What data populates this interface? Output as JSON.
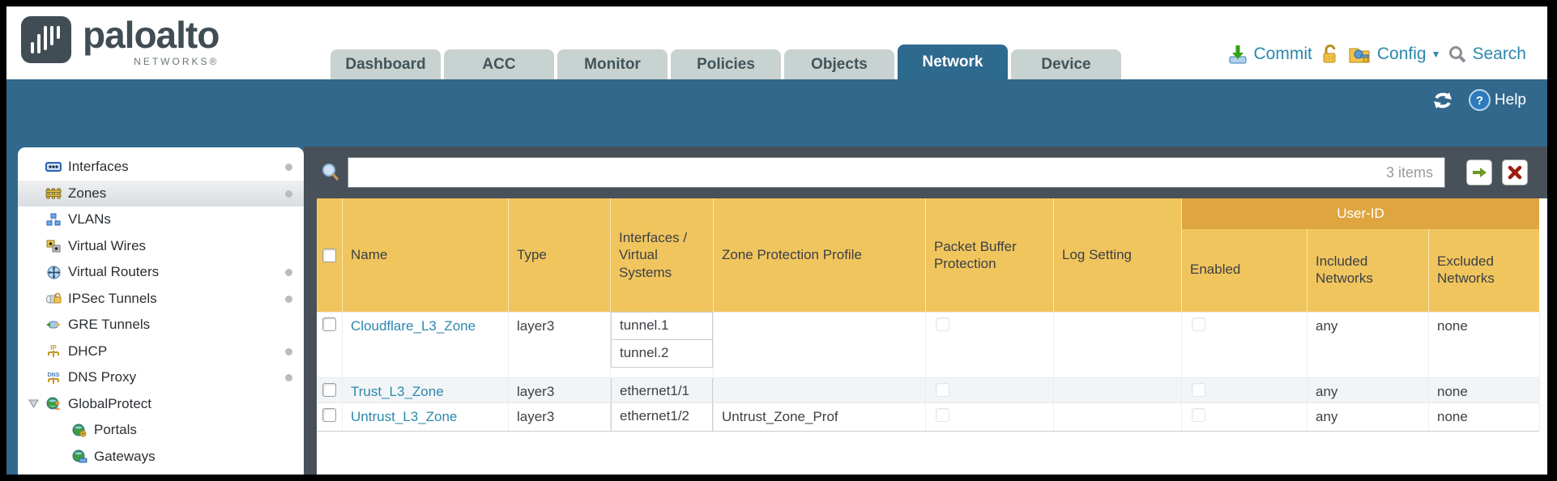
{
  "brand": {
    "name": "paloalto",
    "subtitle": "NETWORKS®"
  },
  "nav": {
    "tabs": [
      {
        "label": "Dashboard",
        "active": false
      },
      {
        "label": "ACC",
        "active": false
      },
      {
        "label": "Monitor",
        "active": false
      },
      {
        "label": "Policies",
        "active": false
      },
      {
        "label": "Objects",
        "active": false
      },
      {
        "label": "Network",
        "active": true
      },
      {
        "label": "Device",
        "active": false
      }
    ],
    "actions": {
      "commit": "Commit",
      "config": "Config",
      "search": "Search"
    }
  },
  "banner": {
    "help": "Help"
  },
  "sidebar": {
    "items": [
      {
        "label": "Interfaces",
        "icon": "interfaces-icon",
        "dot": true
      },
      {
        "label": "Zones",
        "icon": "zones-icon",
        "dot": true,
        "selected": true
      },
      {
        "label": "VLANs",
        "icon": "vlans-icon"
      },
      {
        "label": "Virtual Wires",
        "icon": "virtual-wires-icon"
      },
      {
        "label": "Virtual Routers",
        "icon": "virtual-routers-icon",
        "dot": true
      },
      {
        "label": "IPSec Tunnels",
        "icon": "ipsec-tunnels-icon",
        "dot": true
      },
      {
        "label": "GRE Tunnels",
        "icon": "gre-tunnels-icon"
      },
      {
        "label": "DHCP",
        "icon": "dhcp-icon",
        "dot": true
      },
      {
        "label": "DNS Proxy",
        "icon": "dns-proxy-icon",
        "dot": true
      },
      {
        "label": "GlobalProtect",
        "icon": "globalprotect-icon",
        "expandable": true
      },
      {
        "label": "Portals",
        "icon": "portals-icon",
        "indent": true
      },
      {
        "label": "Gateways",
        "icon": "gateways-icon",
        "indent": true
      }
    ]
  },
  "toolbar": {
    "count": "3 items",
    "search_value": ""
  },
  "table": {
    "group_header": "User-ID",
    "columns": [
      "Name",
      "Type",
      "Interfaces / Virtual Systems",
      "Zone Protection Profile",
      "Packet Buffer Protection",
      "Log Setting",
      "Enabled",
      "Included Networks",
      "Excluded Networks"
    ],
    "rows": [
      {
        "name": "Cloudflare_L3_Zone",
        "type": "layer3",
        "interfaces": [
          "tunnel.1",
          "tunnel.2"
        ],
        "zone_protection_profile": "",
        "packet_buffer_protection": false,
        "log_setting": "",
        "user_id_enabled": false,
        "included_networks": "any",
        "excluded_networks": "none"
      },
      {
        "name": "Trust_L3_Zone",
        "type": "layer3",
        "interfaces": [
          "ethernet1/1"
        ],
        "zone_protection_profile": "",
        "packet_buffer_protection": false,
        "log_setting": "",
        "user_id_enabled": false,
        "included_networks": "any",
        "excluded_networks": "none"
      },
      {
        "name": "Untrust_L3_Zone",
        "type": "layer3",
        "interfaces": [
          "ethernet1/2"
        ],
        "zone_protection_profile": "Untrust_Zone_Prof",
        "packet_buffer_protection": false,
        "log_setting": "",
        "user_id_enabled": false,
        "included_networks": "any",
        "excluded_networks": "none"
      }
    ]
  },
  "colors": {
    "accent_teal": "#2e6a8e",
    "header_gold": "#f1c55e",
    "group_gold": "#dfa540",
    "link_blue": "#2d87ae",
    "toolbar_gray": "#48515a"
  }
}
